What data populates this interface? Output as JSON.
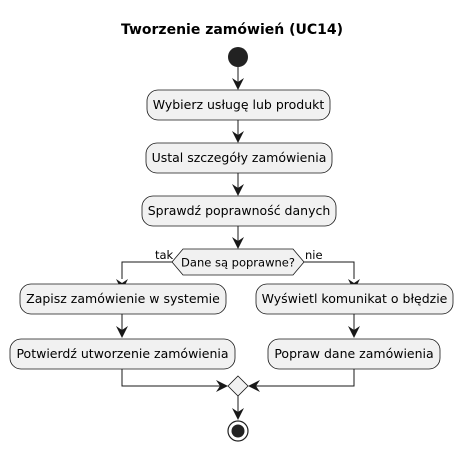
{
  "diagram": {
    "title": "Tworzenie zamówień (UC14)",
    "steps": {
      "select": "Wybierz usługę lub produkt",
      "details": "Ustal szczegóły zamówienia",
      "validate": "Sprawdź poprawność danych"
    },
    "decision": {
      "question": "Dane są poprawne?",
      "yes_label": "tak",
      "no_label": "nie"
    },
    "yes_branch": {
      "save": "Zapisz zamówienie w systemie",
      "confirm": "Potwierdź utworzenie zamówienia"
    },
    "no_branch": {
      "show_error": "Wyświetl komunikat o błędzie",
      "fix": "Popraw dane zamówienia"
    },
    "colors": {
      "node_fill": "#f1f1f1",
      "stroke": "#181818",
      "background": "#ffffff"
    }
  }
}
